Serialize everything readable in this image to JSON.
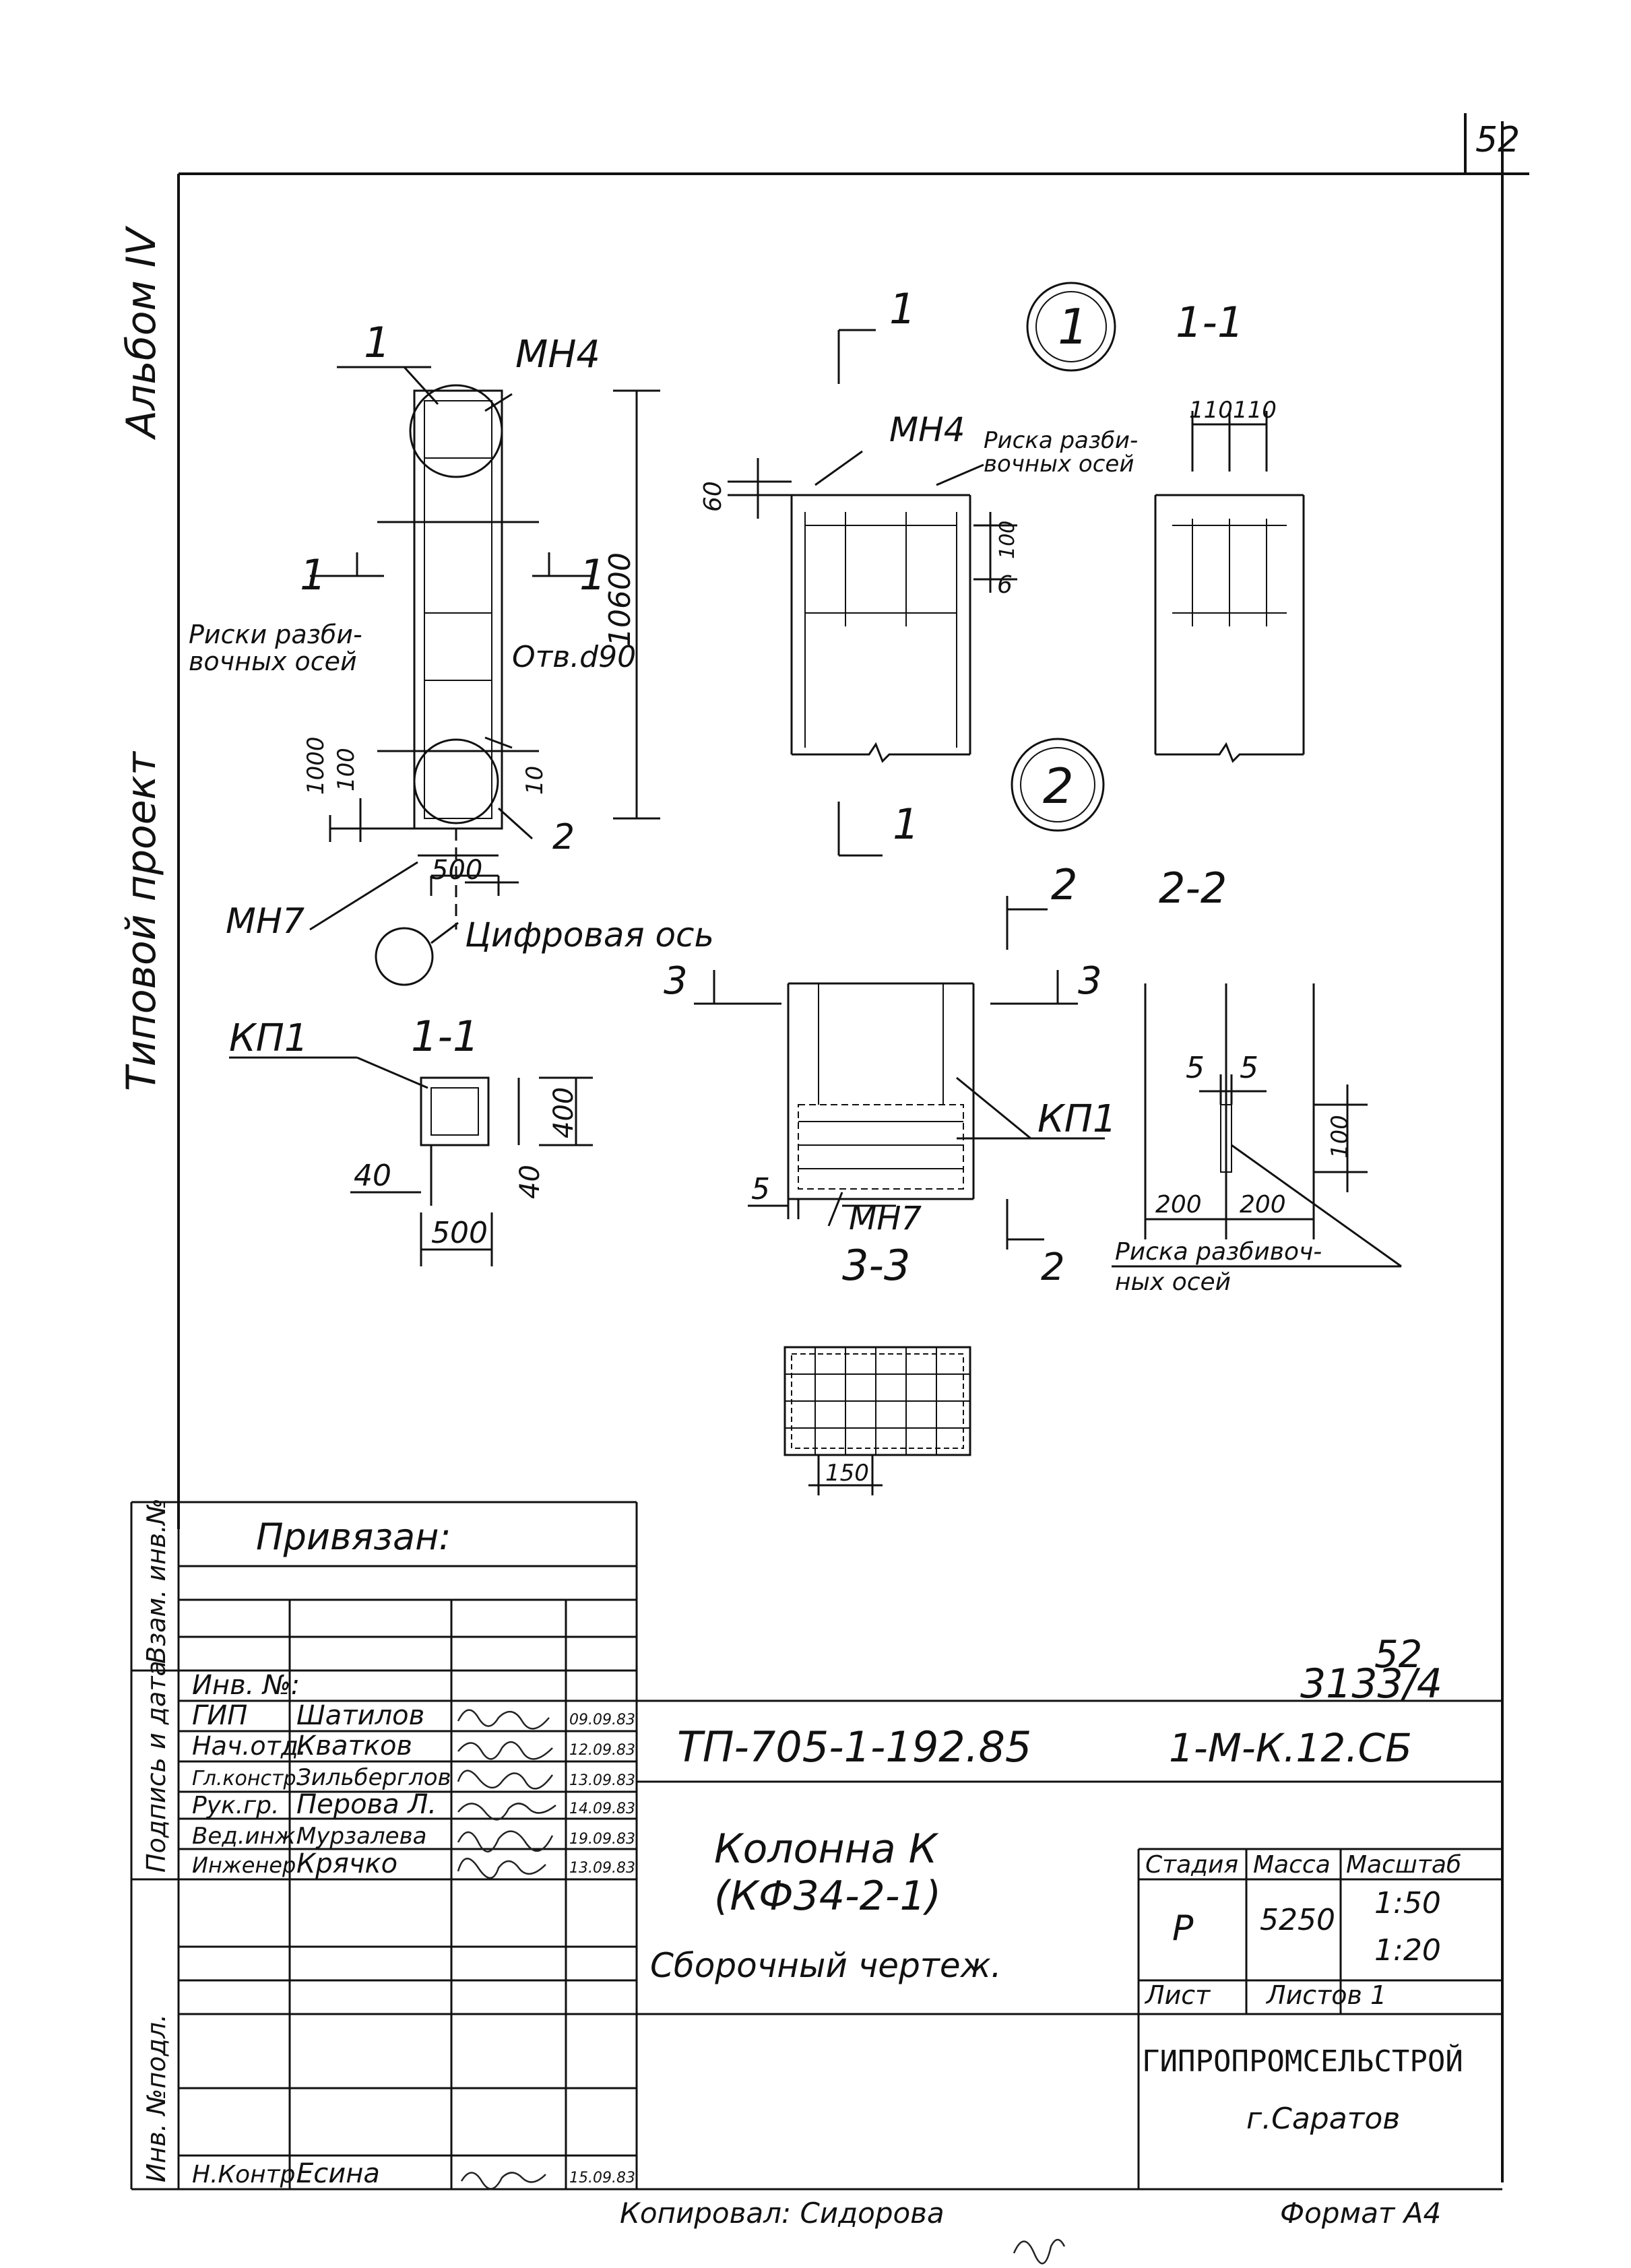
{
  "page_number": "52",
  "side_labels": {
    "album": "Альбом IV",
    "project": "Типовой проект"
  },
  "drawing": {
    "elevation": {
      "callout_1": "1",
      "mark_top": "МН4",
      "section_left": "1",
      "section_right": "1",
      "dim_height": "10600",
      "risks_label_line1": "Риски разби-",
      "risks_label_line2": "вочных осей",
      "hole_label": "Отв.d90",
      "dim_1000": "1000",
      "dim_100": "100",
      "dim_10": "10",
      "callout_2": "2",
      "mark_bottom": "МН7",
      "dim_500": "500",
      "axis_label": "Цифровая ось"
    },
    "section_1_1_left": {
      "title": "1-1",
      "mark": "КП1",
      "dim_40_left": "40",
      "dim_40_right": "40",
      "dim_400": "400",
      "dim_500": "500"
    },
    "node_1": {
      "section_mark": "1",
      "circle": "1",
      "title": "1-1",
      "mark": "МН4",
      "risk_label_line1": "Риска разби-",
      "risk_label_line2": "вочных осей",
      "dim_60": "60",
      "dim_100": "100",
      "dim_6": "6",
      "dim_110a": "110",
      "dim_110b": "110"
    },
    "node_2": {
      "circle": "2",
      "section_mark_1": "1",
      "section_mark_2": "2",
      "section_mark_2b": "2",
      "title": "2-2",
      "section_3a": "3",
      "section_3b": "3",
      "mark_kp": "КП1",
      "mark_mn": "МН7",
      "dim_5": "5",
      "title_3_3": "3-3",
      "dim_5a": "5",
      "dim_5b": "5",
      "dim_100": "100",
      "dim_200a": "200",
      "dim_200b": "200",
      "risk_label_line1": "Риска разбивоч-",
      "risk_label_line2": "ных осей",
      "dim_150": "150"
    }
  },
  "left_table": {
    "title": "Привязан:",
    "vertical_labels": [
      "Инв. №подл.",
      "Подпись и дата",
      "Взам. инв.№"
    ],
    "inv_label": "Инв. №:",
    "rows": [
      {
        "role": "ГИП",
        "name": "Шатилов",
        "date": "09.09.83"
      },
      {
        "role": "Нач.отд.",
        "name": "Кватков",
        "date": "12.09.83"
      },
      {
        "role": "Гл.констр.",
        "name": "Зильберглов",
        "date": "13.09.83"
      },
      {
        "role": "Рук.гр.",
        "name": "Перова Л.",
        "date": "14.09.83"
      },
      {
        "role": "Вед.инж.",
        "name": "Мурзалева",
        "date": "19.09.83"
      },
      {
        "role": "Инженер",
        "name": "Крячко",
        "date": "13.09.83"
      },
      {
        "role": "Н.Контр.",
        "name": "Есина",
        "date": "15.09.83"
      }
    ]
  },
  "title_block": {
    "sheet_no": "52",
    "album_code": "3133/4",
    "project_code": "ТП-705-1-192.85",
    "drawing_code": "1-М-К.12.СБ",
    "name_line1": "Колонна К",
    "name_line2": "(КФ34-2-1)",
    "name_line3": "Сборочный чертеж.",
    "stage_header": "Стадия",
    "mass_header": "Масса",
    "scale_header": "Масштаб",
    "stage": "Р",
    "mass": "5250",
    "scale_1": "1:50",
    "scale_2": "1:20",
    "sheet_header": "Лист",
    "sheets_header": "Листов 1",
    "org": "ГИПРОПРОМСЕЛЬСТРОЙ",
    "city": "г.Саратов",
    "copied_by": "Копировал: Сидорова",
    "format": "Формат А4"
  }
}
